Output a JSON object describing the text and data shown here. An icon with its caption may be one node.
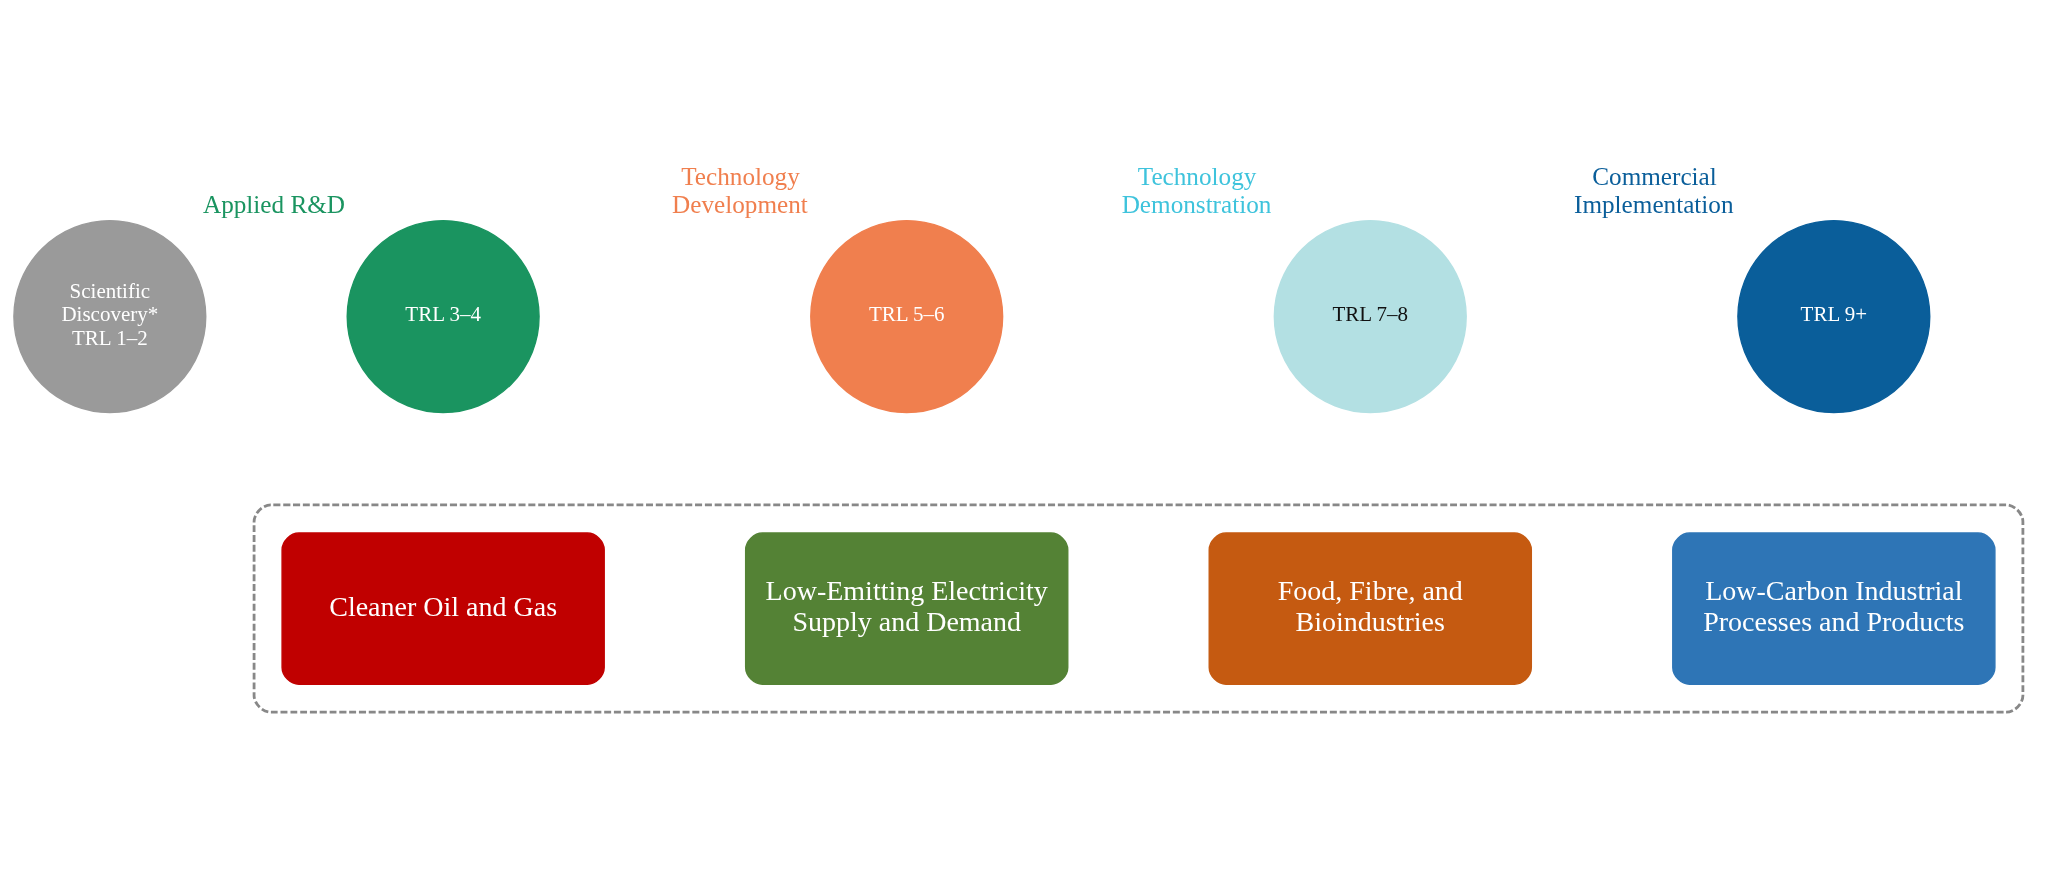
{
  "diagram": {
    "nodes": [
      {
        "text": [
          "Scientific Discovery* TRL 1–2"
        ]
      },
      {
        "text": [
          "Applied R&D",
          "TRL 3–4"
        ]
      },
      {
        "text": [
          "Technology Development",
          "TRL 5–6"
        ]
      },
      {
        "text": [
          "Technology Demonstration",
          "TRL 7–8"
        ]
      },
      {
        "text": [
          "Commercial Implementation",
          "TRL 9+"
        ]
      },
      {
        "text": [],
        "shape": "box"
      },
      {
        "text": [
          "Cleaner Oil and Gas"
        ],
        "in": 5
      },
      {
        "text": [
          "Low-Emitting Electricity Supply and Demand"
        ],
        "in": 5
      },
      {
        "text": [
          "Food, Fibre, and Bioindustries"
        ],
        "in": 5
      },
      {
        "text": [
          "Low-Carbon Industrial Processes and Products"
        ],
        "in": 5
      }
    ]
  }
}
